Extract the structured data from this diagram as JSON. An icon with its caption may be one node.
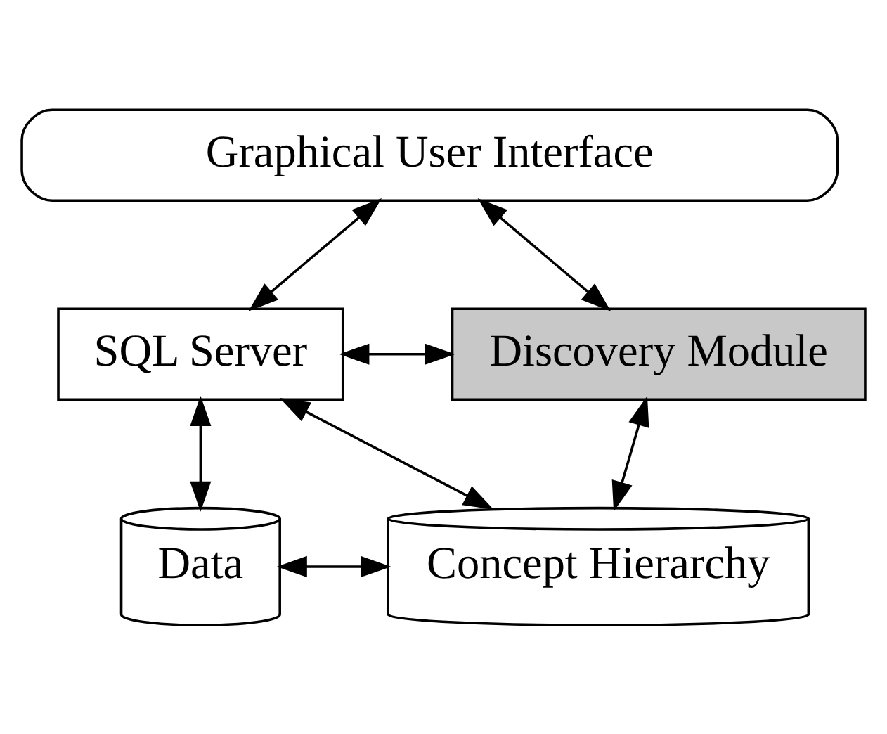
{
  "diagram": {
    "nodes": [
      {
        "text": [
          "Graphical User Interface"
        ]
      },
      {
        "text": [
          "SQL Server"
        ]
      },
      {
        "text": [
          "Discovery Module"
        ]
      },
      {
        "text": [
          "Data"
        ]
      },
      {
        "text": [
          "Concept Hierarchy"
        ]
      }
    ],
    "edges": [
      {
        "from": 0,
        "to": 1,
        "arrow": "both"
      },
      {
        "from": 0,
        "to": 2,
        "arrow": "both"
      },
      {
        "from": 1,
        "to": 2,
        "arrow": "both"
      },
      {
        "from": 1,
        "to": 3,
        "arrow": "both"
      },
      {
        "from": 1,
        "to": 4,
        "arrow": "both"
      },
      {
        "from": 3,
        "to": 4,
        "arrow": "both"
      },
      {
        "from": 2,
        "to": 4,
        "arrow": "both"
      }
    ]
  }
}
